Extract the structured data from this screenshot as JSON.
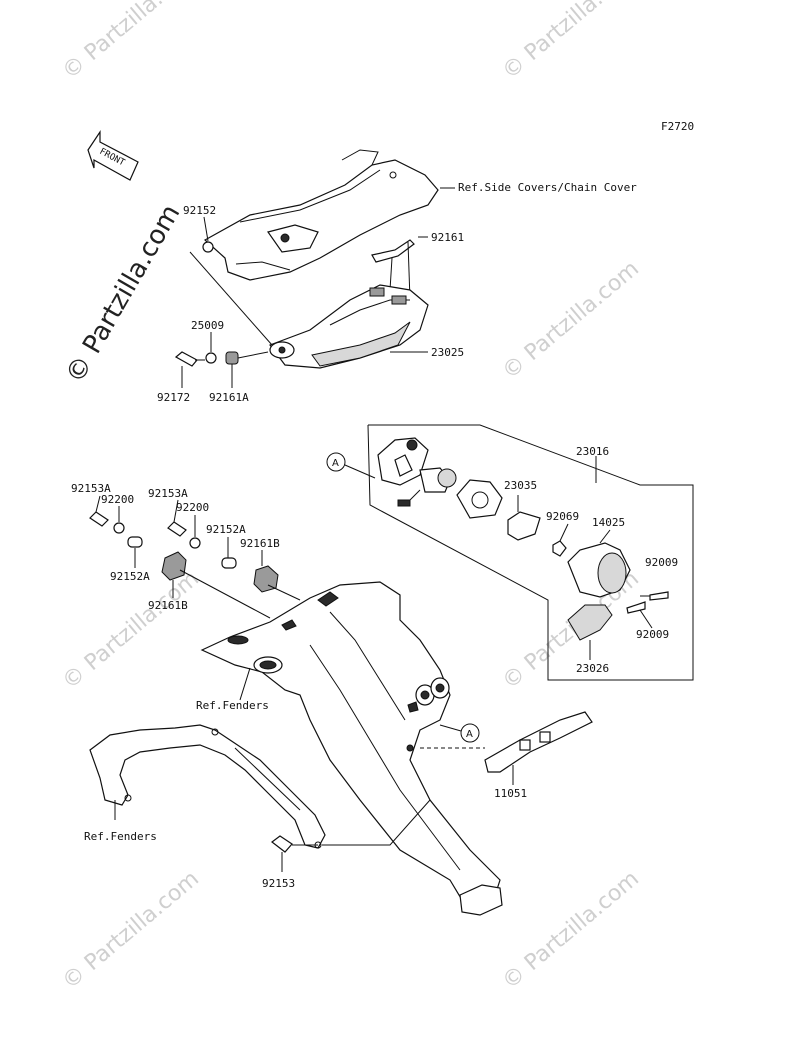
{
  "figure_code": "F2720",
  "watermark_text": "© Partzilla.com",
  "front_label": "FRONT",
  "callout_letter": "A",
  "ref_labels": {
    "side_covers": "Ref.Side Covers/Chain Cover",
    "fenders_1": "Ref.Fenders",
    "fenders_2": "Ref.Fenders"
  },
  "parts": [
    {
      "key": "p92152",
      "number": "92152"
    },
    {
      "key": "p92161",
      "number": "92161"
    },
    {
      "key": "p25009",
      "number": "25009"
    },
    {
      "key": "p23025",
      "number": "23025"
    },
    {
      "key": "p92172",
      "number": "92172"
    },
    {
      "key": "p92161A",
      "number": "92161A"
    },
    {
      "key": "p23016",
      "number": "23016"
    },
    {
      "key": "p92153A_1",
      "number": "92153A"
    },
    {
      "key": "p92200_1",
      "number": "92200"
    },
    {
      "key": "p92153A_2",
      "number": "92153A"
    },
    {
      "key": "p92200_2",
      "number": "92200"
    },
    {
      "key": "p92152A_1",
      "number": "92152A"
    },
    {
      "key": "p92161B_1",
      "number": "92161B"
    },
    {
      "key": "p92152A_2",
      "number": "92152A"
    },
    {
      "key": "p92161B_2",
      "number": "92161B"
    },
    {
      "key": "p23035",
      "number": "23035"
    },
    {
      "key": "p92069",
      "number": "92069"
    },
    {
      "key": "p14025",
      "number": "14025"
    },
    {
      "key": "p92009_1",
      "number": "92009"
    },
    {
      "key": "p92009_2",
      "number": "92009"
    },
    {
      "key": "p23026",
      "number": "23026"
    },
    {
      "key": "p11051",
      "number": "11051"
    },
    {
      "key": "p92153",
      "number": "92153"
    }
  ]
}
